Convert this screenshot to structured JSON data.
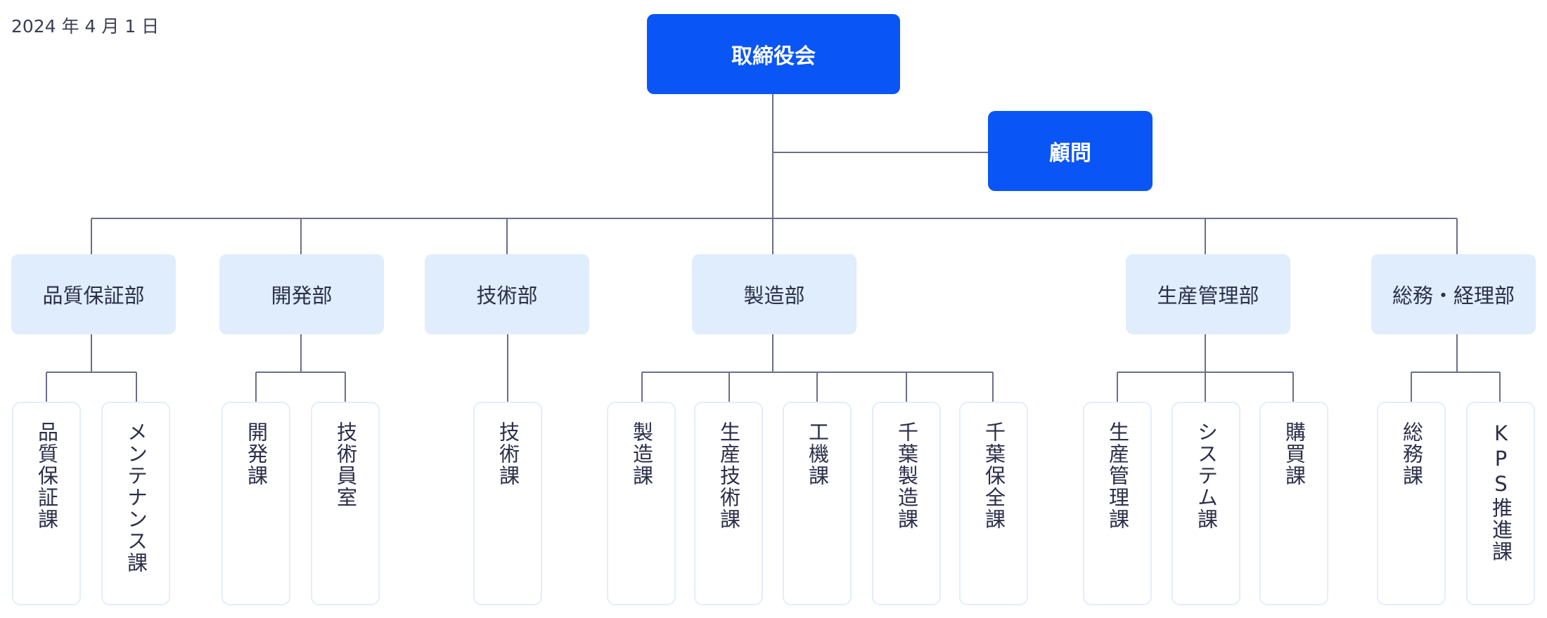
{
  "date": "2024 年 4 月 1 日",
  "board": "取締役会",
  "advisor": "顧問",
  "departments": [
    {
      "name": "品質保証部",
      "sections": [
        "品質保証課",
        "メンテナンス課"
      ]
    },
    {
      "name": "開発部",
      "sections": [
        "開発課",
        "技術員室"
      ]
    },
    {
      "name": "技術部",
      "sections": [
        "技術課"
      ]
    },
    {
      "name": "製造部",
      "sections": [
        "製造課",
        "生産技術課",
        "工機課",
        "千葉製造課",
        "千葉保全課"
      ]
    },
    {
      "name": "生産管理部",
      "sections": [
        "生産管理課",
        "システム課",
        "購買課"
      ]
    },
    {
      "name": "総務・経理部",
      "sections": [
        "総務課",
        "KPS推進課"
      ]
    }
  ],
  "colors": {
    "primary": "#0a55f5",
    "dept_bg": "#dfedfd",
    "line": "#6b6e8a",
    "section_border": "#e3eefa"
  }
}
